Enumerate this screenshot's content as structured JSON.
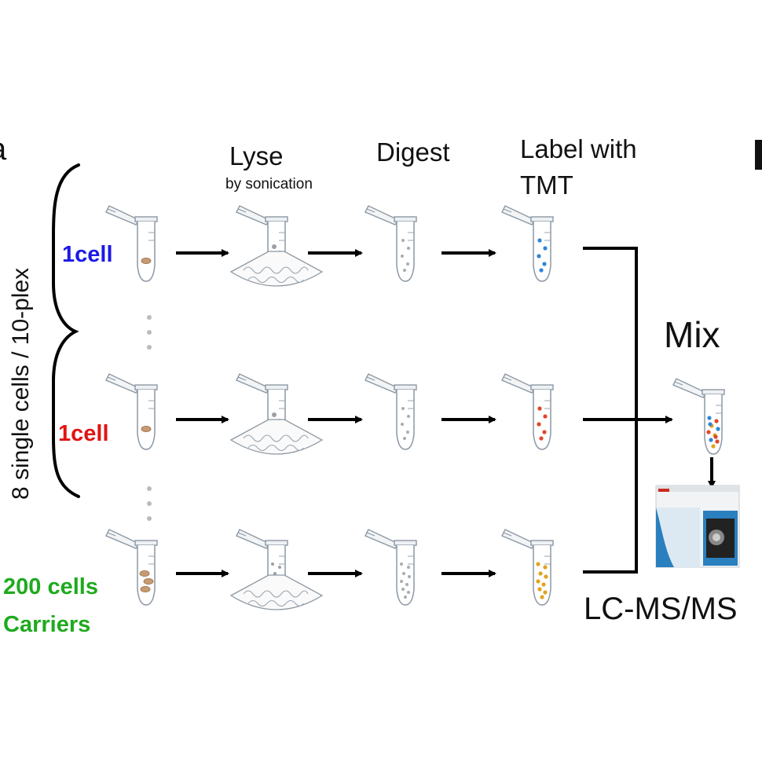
{
  "panel_left_label": "a",
  "panel_right_label": "b",
  "side_label": "8 single cells / 10-plex",
  "steps": {
    "lyse": "Lyse",
    "lyse_sub": "by sonication",
    "digest": "Digest",
    "label_line1": "Label with",
    "label_line2": "TMT"
  },
  "rows": [
    {
      "label": "1cell",
      "color": "#1a1ae6"
    },
    {
      "label": "1cell",
      "color": "#e01414"
    },
    {
      "label": "200 cells",
      "label2": "Carriers",
      "color": "#1faa1f"
    }
  ],
  "tmt_dot_colors": [
    "#2e86d6",
    "#e0462a",
    "#e0a41e"
  ],
  "mix_label": "Mix",
  "instrument_label": "LC-MS/MS"
}
